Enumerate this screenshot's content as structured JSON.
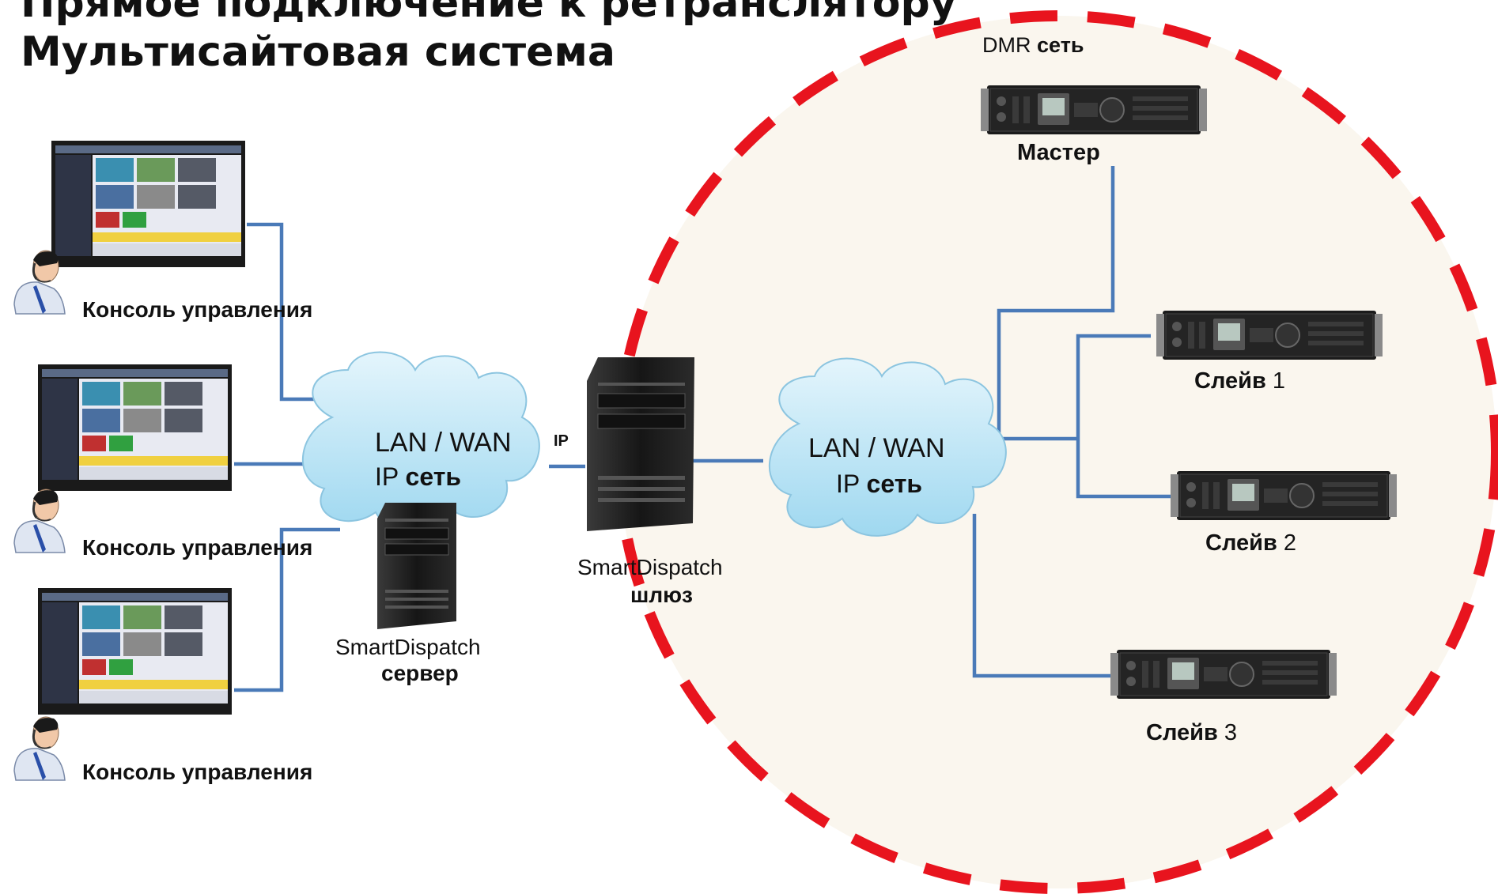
{
  "title": {
    "line1": "Прямое подключение к ретранслятору",
    "line2": "Мультисайтовая система"
  },
  "dmr_network": {
    "prefix": "DMR",
    "word": "сеть"
  },
  "consoles": [
    {
      "label": "Консоль управления"
    },
    {
      "label": "Консоль управления"
    },
    {
      "label": "Консоль управления"
    }
  ],
  "cloud_left": {
    "line1": "LAN / WAN",
    "ip": "IP",
    "net": "сеть"
  },
  "cloud_right": {
    "line1": "LAN / WAN",
    "ip": "IP",
    "net": "сеть"
  },
  "ip_link_label": "IP",
  "server": {
    "line1": "SmartDispatch",
    "line2": "сервер"
  },
  "gateway": {
    "line1": "SmartDispatch",
    "line2": "шлюз"
  },
  "repeaters": [
    {
      "name": "Мастер",
      "num": ""
    },
    {
      "name": "Слейв",
      "num": "1"
    },
    {
      "name": "Слейв",
      "num": "2"
    },
    {
      "name": "Слейв",
      "num": "3"
    }
  ],
  "colors": {
    "link": "#4a7ab8",
    "site_boundary": "#e8141e",
    "cloud": "#bfe6f6",
    "site_fill": "#faf6ee"
  }
}
